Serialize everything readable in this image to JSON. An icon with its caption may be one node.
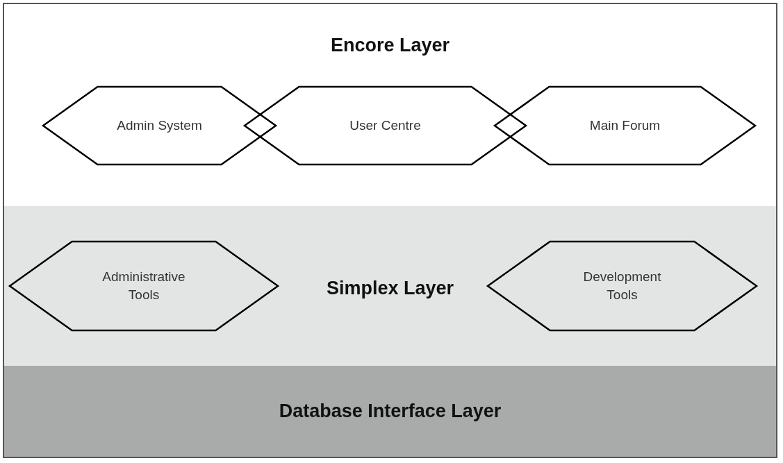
{
  "diagram": {
    "nodes": [
      {
        "text": [
          "Encore Layer"
        ]
      },
      {
        "text": [
          "Admin System"
        ],
        "in": 0
      },
      {
        "text": [
          "User Centre"
        ],
        "in": 0
      },
      {
        "text": [
          "Main Forum"
        ],
        "in": 0
      },
      {
        "text": [
          "Simplex Layer"
        ]
      },
      {
        "text": [
          "Administrative Tools"
        ],
        "in": 4
      },
      {
        "text": [
          "Development Tools"
        ],
        "in": 4
      },
      {
        "text": [
          "Database Interface Layer"
        ]
      }
    ]
  }
}
